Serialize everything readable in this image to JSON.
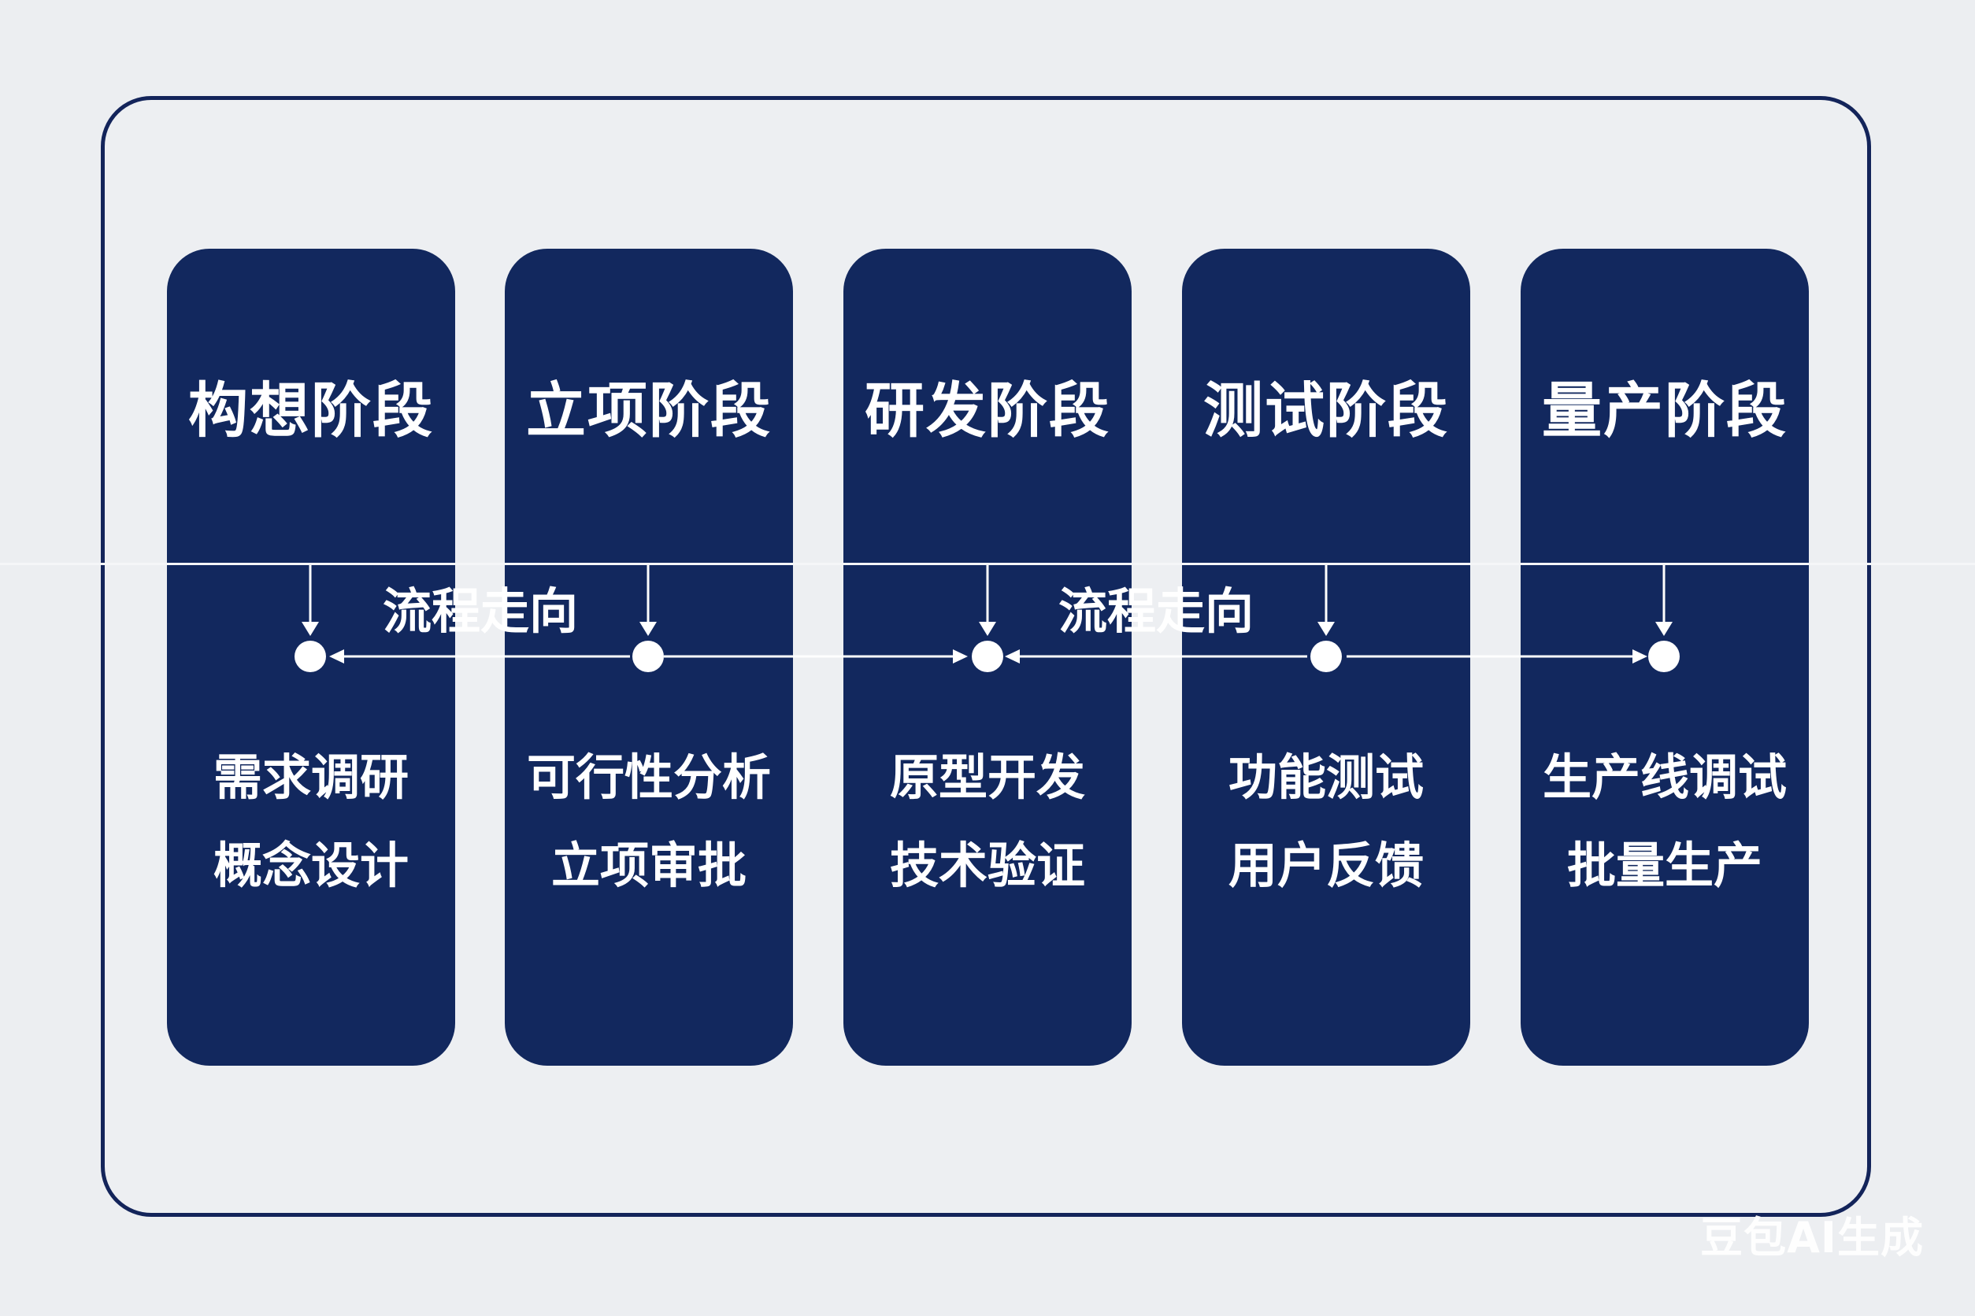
{
  "stages": [
    {
      "title": "构想阶段",
      "tasks": [
        "需求调研",
        "概念设计"
      ]
    },
    {
      "title": "立项阶段",
      "tasks": [
        "可行性分析",
        "立项审批"
      ]
    },
    {
      "title": "研发阶段",
      "tasks": [
        "原型开发",
        "技术验证"
      ]
    },
    {
      "title": "测试阶段",
      "tasks": [
        "功能测试",
        "用户反馈"
      ]
    },
    {
      "title": "量产阶段",
      "tasks": [
        "生产线调试",
        "批量生产"
      ]
    }
  ],
  "flow_labels": [
    "流程走向",
    "流程走向"
  ],
  "watermark": "豆包AI生成",
  "colors": {
    "background": "#eceef1",
    "frame_border": "#13245a",
    "stage_fill": "#12285e",
    "text": "#ffffff",
    "connector": "#ffffff"
  }
}
